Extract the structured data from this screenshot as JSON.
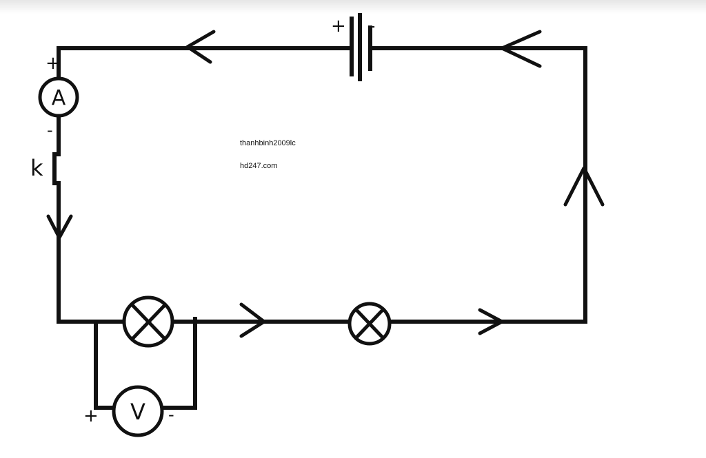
{
  "battery": {
    "plus": "+",
    "minus": "-"
  },
  "ammeter": {
    "symbol": "A",
    "plus": "+",
    "minus": "-"
  },
  "switch": {
    "label": "k"
  },
  "voltmeter": {
    "symbol": "V",
    "plus": "+",
    "minus": "-"
  },
  "watermark": {
    "author": "thanhbinh2009lc",
    "site": "hd247.com"
  },
  "colors": {
    "line": "#111111",
    "background": "#ffffff"
  }
}
